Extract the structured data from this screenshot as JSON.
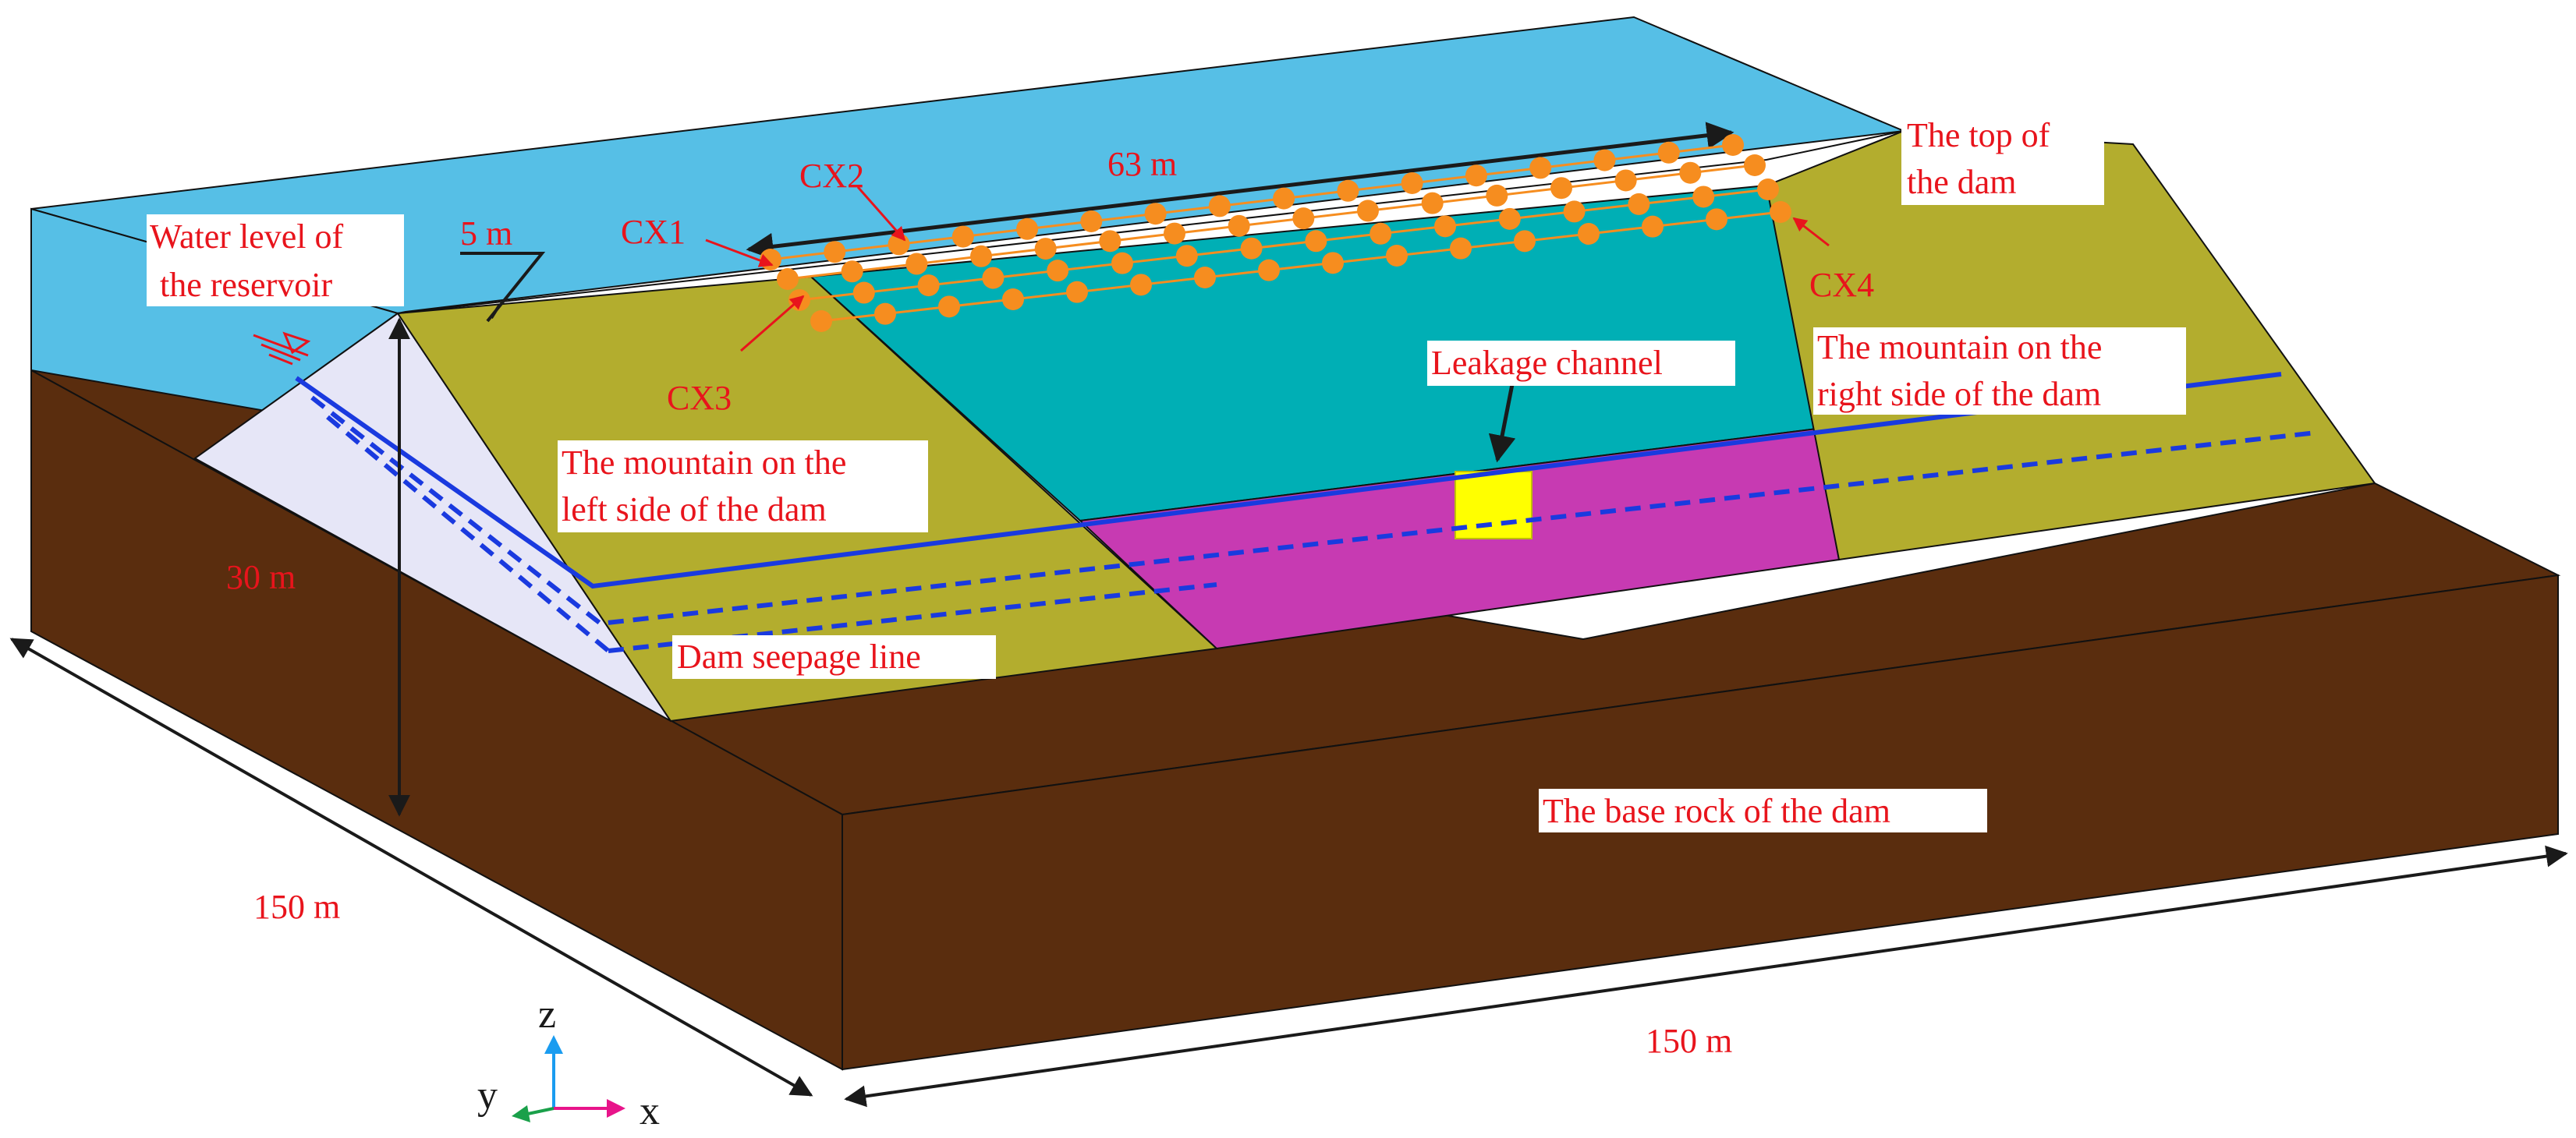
{
  "labels": {
    "water_level": [
      "Water level of",
      "the reservoir"
    ],
    "five_m": "5 m",
    "thirty_m": "30 m",
    "sixty_three_m": "63 m",
    "one_fifty_left": "150 m",
    "one_fifty_right": "150 m",
    "dam_top": [
      "The top of",
      "the dam"
    ],
    "left_mountain": [
      "The mountain on the",
      "left side of the dam"
    ],
    "right_mountain": [
      "The mountain on the",
      "right side of the dam"
    ],
    "leakage": "Leakage channel",
    "seepage": "Dam seepage line",
    "base_rock": "The base rock of the dam",
    "cx1": "CX1",
    "cx2": "CX2",
    "cx3": "CX3",
    "cx4": "CX4"
  },
  "axes": {
    "z": "z",
    "y": "y",
    "x": "x"
  },
  "colors": {
    "water": "#56bfe6",
    "bedrock": "#5a2d0e",
    "mountain": "#b3ad2e",
    "dam_body": "#00afb5",
    "leak_zone": "#c73ab2",
    "leak_channel": "#ffff00",
    "dam_face": "#e6e6f7",
    "seepage": "#1a3adf",
    "electrode": "#f68d1f",
    "label_red": "#e8141c"
  }
}
